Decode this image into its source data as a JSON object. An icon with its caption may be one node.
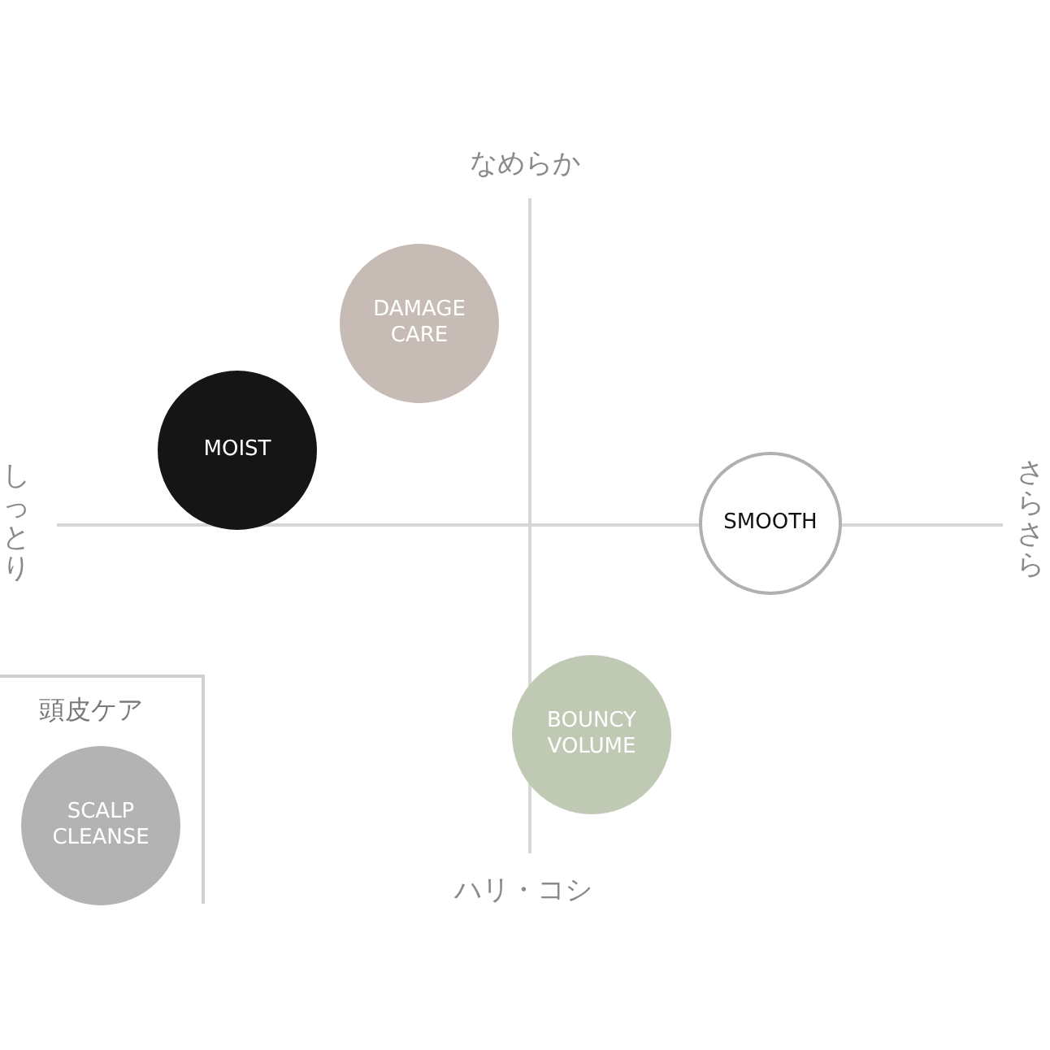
{
  "diagram": {
    "nodes": [
      {
        "text": [
          "DAMAGE CARE"
        ]
      },
      {
        "text": [
          "MOIST"
        ]
      },
      {
        "text": [
          "SMOOTH"
        ]
      },
      {
        "text": [
          "頭皮ケア"
        ]
      },
      {
        "text": [
          "SCALP CLEANSE"
        ],
        "in": 3
      },
      {
        "text": [
          "BOUNCY VOLUME"
        ]
      }
    ],
    "edges": [],
    "labels": [
      "なめらか",
      "しっとり",
      "さらさら",
      "ハリ・コシ"
    ]
  }
}
